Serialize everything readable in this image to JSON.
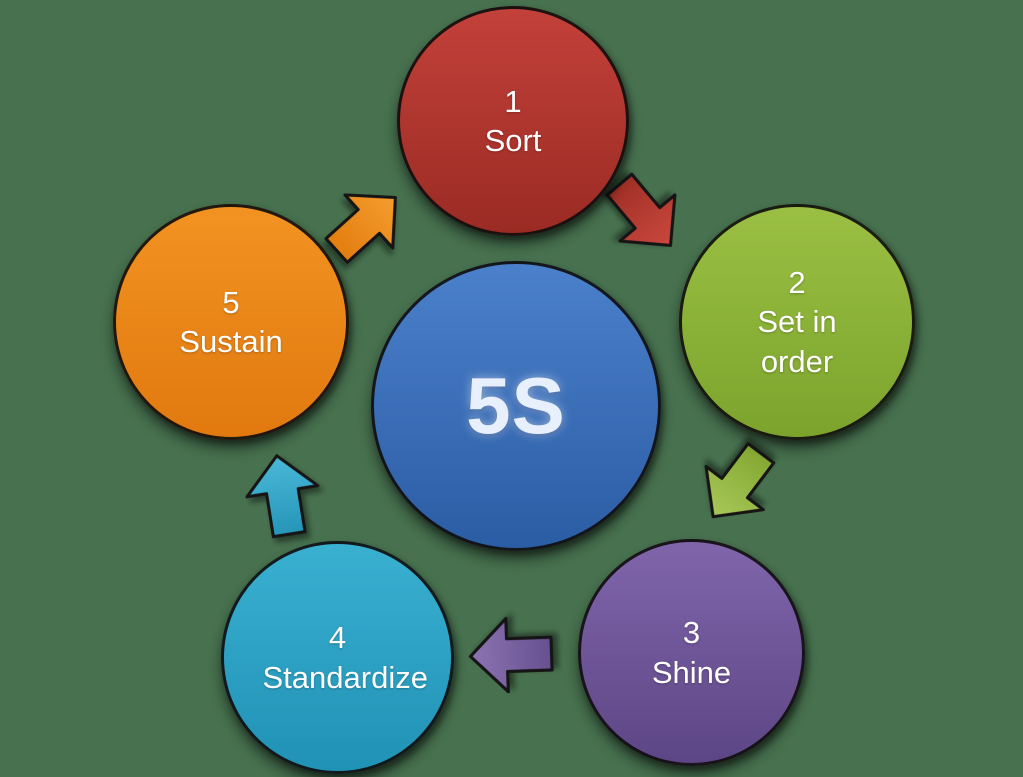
{
  "background_color": "#47714F",
  "center": {
    "label": "5S",
    "circle": {
      "color_top": "#4B80CB",
      "color_bottom": "#2B5DA4"
    },
    "text_color": "#E7F0FC"
  },
  "steps": [
    {
      "number": "1",
      "label": "Sort",
      "circle": {
        "color_top": "#C3413A",
        "color_bottom": "#9A2B24"
      },
      "arrow": {
        "to": "Set in order",
        "color_top": "#CB483D",
        "color_bottom": "#A03027"
      }
    },
    {
      "number": "2",
      "label": "Set in order",
      "circle": {
        "color_top": "#9ABF43",
        "color_bottom": "#7CA42C"
      },
      "arrow": {
        "to": "Shine",
        "color_top": "#A8C859",
        "color_bottom": "#84A832"
      }
    },
    {
      "number": "3",
      "label": "Shine",
      "circle": {
        "color_top": "#8065AB",
        "color_bottom": "#5D4685"
      },
      "arrow": {
        "to": "Standardize",
        "color_top": "#8D74B3",
        "color_bottom": "#66508F"
      }
    },
    {
      "number": "4",
      "label": "Standardize",
      "circle": {
        "color_top": "#3AB0D1",
        "color_bottom": "#2092B5"
      },
      "arrow": {
        "to": "Sustain",
        "color_top": "#4BB8D8",
        "color_bottom": "#2595B8"
      }
    },
    {
      "number": "5",
      "label": "Sustain",
      "circle": {
        "color_top": "#F29322",
        "color_bottom": "#E1790F"
      },
      "arrow": {
        "to": "Sort",
        "color_top": "#F59D2E",
        "color_bottom": "#E37D10"
      }
    }
  ],
  "text_color": "#FFFFFF"
}
